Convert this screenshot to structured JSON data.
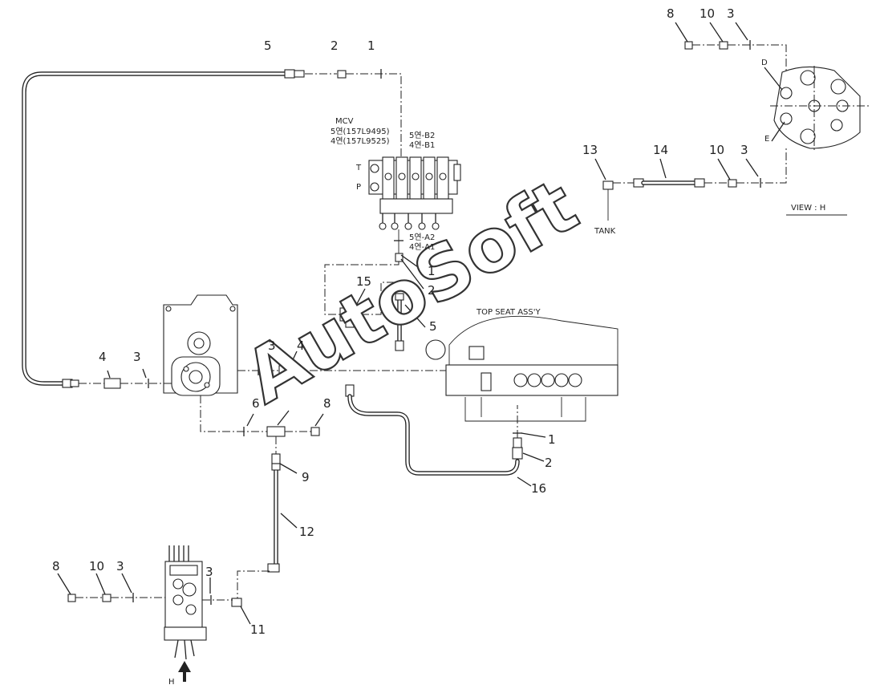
{
  "callouts": {
    "top_left": [
      "5",
      "2",
      "1"
    ],
    "top_right": [
      "8",
      "10",
      "3"
    ],
    "tank_line": [
      "13",
      "14",
      "10",
      "3"
    ],
    "valve_down": [
      "1",
      "2"
    ],
    "tee": [
      "15",
      "5"
    ],
    "pump_line": [
      "4",
      "3",
      "3",
      "4"
    ],
    "lower_tee": [
      "6",
      "8",
      "9",
      "12"
    ],
    "right_lower": [
      "1",
      "2",
      "16"
    ],
    "bottom_left": [
      "8",
      "10",
      "3",
      "3",
      "11"
    ]
  },
  "labels": {
    "mcv": "MCV",
    "mcv_5": "5연(157L9495)",
    "mcv_4": "4연(157L9525)",
    "port_b2": "5연-B2",
    "port_b1": "4연-B1",
    "port_a2": "5연-A2",
    "port_a1": "4연-A1",
    "port_t": "T",
    "port_p": "P",
    "tank": "TANK",
    "view": "VIEW : H",
    "port_d": "D",
    "port_e": "E",
    "seat": "TOP SEAT ASS'Y",
    "arrow_h": "H"
  },
  "watermark": "AutoSoft"
}
